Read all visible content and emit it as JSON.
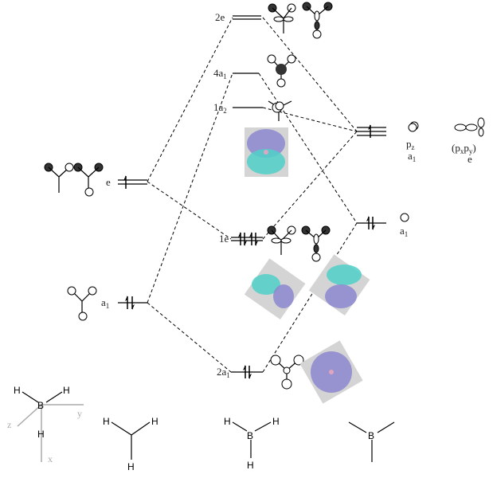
{
  "left_fragment": {
    "levels": [
      {
        "label": "e",
        "electrons": 1
      },
      {
        "label": "a",
        "sub": "1",
        "electrons": 2
      }
    ]
  },
  "center_molecule": {
    "levels": [
      {
        "label": "2e",
        "electrons": 0
      },
      {
        "label": "4a",
        "sub": "1",
        "electrons": 0
      },
      {
        "label": "1a",
        "sub": "2",
        "electrons": 0
      },
      {
        "label": "1e",
        "electrons": 4
      },
      {
        "label": "2a",
        "sub": "1",
        "electrons": 2
      }
    ]
  },
  "right_fragment": {
    "levels": [
      {
        "label": "p",
        "sub": "z",
        "sym": "a",
        "sym_sub": "1",
        "label2": "(p",
        "label2_sub1": "x",
        "label2_mid": "p",
        "label2_sub2": "y",
        "label2_end": ")",
        "sym2": "e",
        "electrons": 1
      },
      {
        "label": "a",
        "sub": "1",
        "electrons": 2
      }
    ]
  },
  "structures": {
    "axes": {
      "B": "B",
      "H": "H",
      "x": "x",
      "y": "y",
      "z": "z"
    },
    "fragment_h3": {
      "H": "H"
    },
    "bh3": {
      "B": "B",
      "H": "H"
    },
    "boron": {
      "B": "B"
    }
  },
  "colors": {
    "lobe_purple": "#8c87cf",
    "lobe_cyan": "#4fd0c8",
    "panel": "#d4d4d4"
  }
}
